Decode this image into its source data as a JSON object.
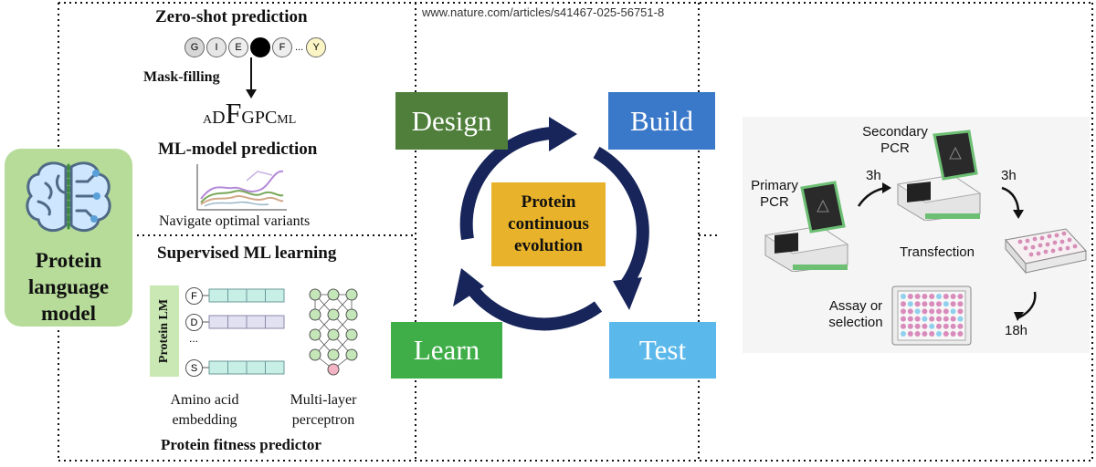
{
  "source_url": "www.nature.com/articles/s41467-025-56751-8",
  "left_panel": {
    "plm_title": "Protein language model",
    "zero_shot": {
      "title": "Zero-shot prediction",
      "tokens": [
        "G",
        "I",
        "E",
        "",
        "F",
        "...",
        "Y"
      ],
      "mask_label": "Mask-filling",
      "sequence_prefix": "A",
      "sequence_d": "D",
      "sequence_big": "F",
      "sequence_mid": "GPC",
      "sequence_suffix": "ML"
    },
    "ml_prediction": {
      "title": "ML-model prediction",
      "caption": "Navigate optimal variants"
    },
    "supervised": {
      "title": "Supervised ML learning",
      "lm_label": "Protein LM",
      "residues": [
        "F",
        "D",
        "S"
      ],
      "ellipsis": "...",
      "col1_label": "Amino acid embedding",
      "col2_label": "Multi-layer perceptron",
      "footer": "Protein fitness predictor"
    }
  },
  "cycle": {
    "center_text": "Protein continuous evolution",
    "design": "Design",
    "build": "Build",
    "test": "Test",
    "learn": "Learn"
  },
  "right_panel": {
    "primary_pcr": "Primary PCR",
    "secondary_pcr": "Secondary PCR",
    "time_3h_a": "3h",
    "time_3h_b": "3h",
    "transfection": "Transfection",
    "assay": "Assay or selection",
    "time_18h": "18h"
  },
  "colors": {
    "design": "#4f7f3a",
    "build": "#3a78c9",
    "test": "#5bb8ea",
    "learn": "#3fae49",
    "center": "#e8b22a",
    "arrow": "#17255a",
    "plm_box": "#b7dc9a"
  }
}
